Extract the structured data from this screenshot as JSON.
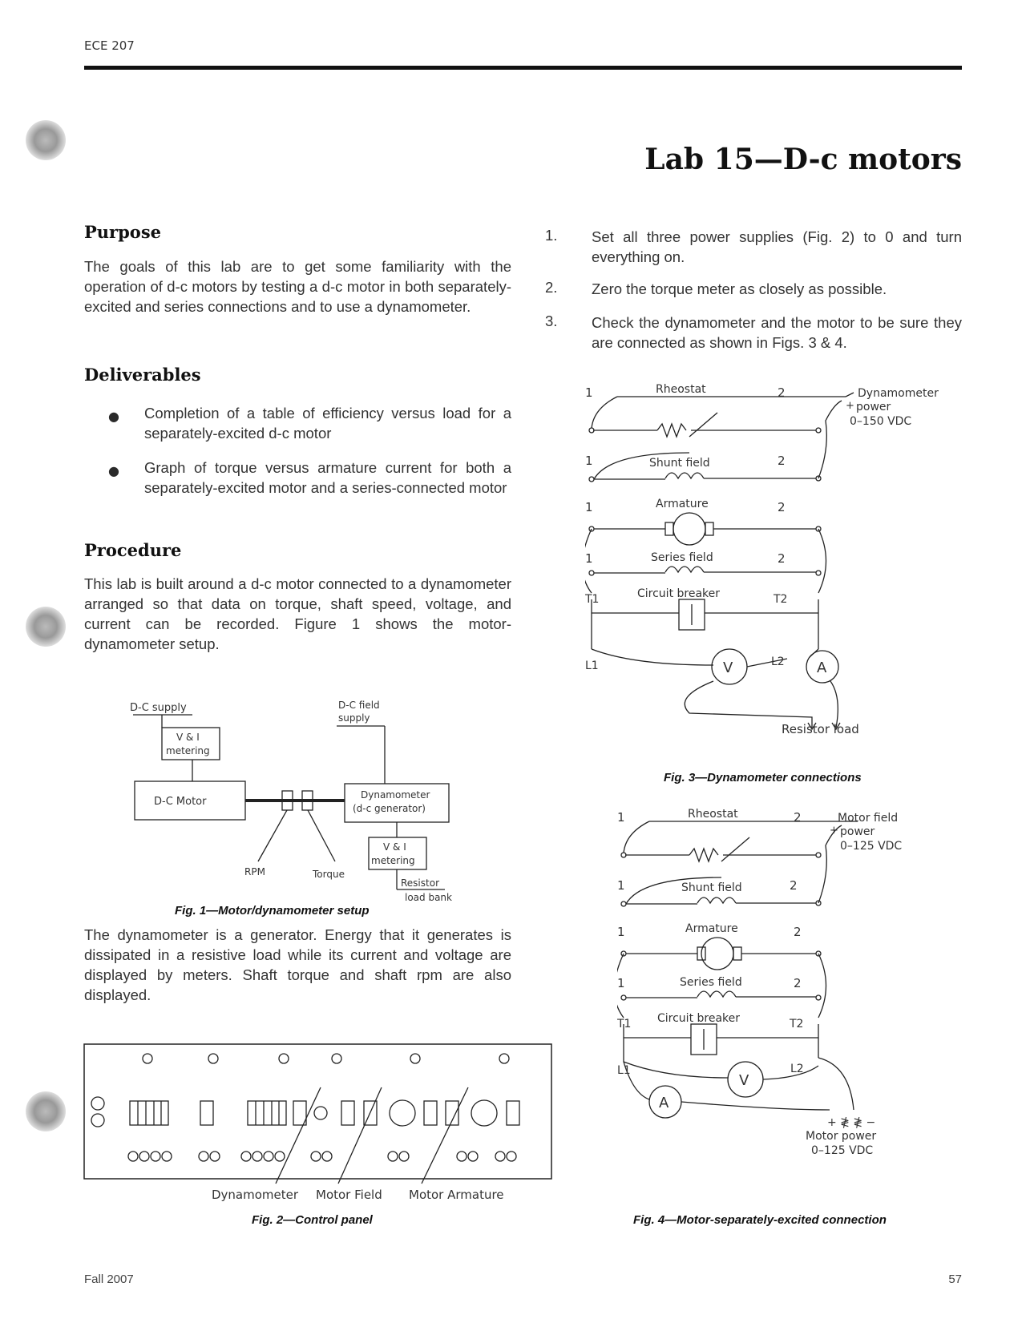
{
  "header": {
    "course": "ECE 207"
  },
  "title": "Lab 15—D-c motors",
  "purpose": {
    "heading": "Purpose",
    "body": "The goals of this lab are to get some familiarity with the operation of d-c motors by testing a d-c motor in both separately-excited and series connections and to use a dynamometer."
  },
  "deliverables": {
    "heading": "Deliverables",
    "items": [
      "Completion of a table of efficiency versus load for a separately-excited d-c motor",
      "Graph of torque versus armature current for both a separately-excited motor and a series-connected motor"
    ]
  },
  "procedure": {
    "heading": "Procedure",
    "intro": "This lab is built around a d-c motor connected to a dynamometer arranged so that data on torque, shaft speed, voltage, and current can be recorded. Figure 1 shows the motor-dynamometer setup.",
    "dyno_text": "The dynamometer is a generator. Energy that it generates is dissipated in a resistive load while its current and voltage are displayed by meters. Shaft torque and shaft rpm are also displayed."
  },
  "steps": [
    {
      "num": "1.",
      "text": "Set all three power supplies (Fig. 2) to 0 and turn everything on."
    },
    {
      "num": "2.",
      "text": "Zero the torque meter as closely as possible."
    },
    {
      "num": "3.",
      "text": "Check the dynamometer and the motor to be sure they are connected as shown in Figs. 3 & 4."
    }
  ],
  "fig1": {
    "caption": "Fig. 1—Motor/dynamometer setup",
    "dc_supply": "D-C supply",
    "vi_metering_1": "V & I",
    "vi_metering_2": "metering",
    "dc_motor": "D-C Motor",
    "field_supply_1": "D-C field",
    "field_supply_2": "supply",
    "dyno_1": "Dynamometer",
    "dyno_2": "(d-c generator)",
    "rpm": "RPM",
    "torque": "Torque",
    "resistor_1": "Resistor",
    "resistor_2": "load bank"
  },
  "fig2": {
    "caption": "Fig. 2—Control panel",
    "labels": [
      "Dynamometer",
      "Motor Field",
      "Motor Armature"
    ]
  },
  "fig3": {
    "caption": "Fig. 3—Dynamometer connections",
    "rheostat": "Rheostat",
    "shunt": "Shunt field",
    "armature": "Armature",
    "series": "Series field",
    "breaker": "Circuit breaker",
    "power_1": "Dynamometer",
    "power_2": "power",
    "power_3": "0–150 VDC",
    "load": "Resistor load",
    "n1": "1",
    "n2": "2",
    "t1": "T1",
    "t2": "T2",
    "l1": "L1",
    "l2": "L2",
    "v": "V",
    "a": "A",
    "plus": "+",
    "minus": "−"
  },
  "fig4": {
    "caption": "Fig. 4—Motor-separately-excited connection",
    "rheostat": "Rheostat",
    "shunt": "Shunt field",
    "armature": "Armature",
    "series": "Series field",
    "breaker": "Circuit breaker",
    "power_1": "Motor field",
    "power_2": "power",
    "power_3": "0–125 VDC",
    "mp_1": "Motor power",
    "mp_2": "0–125 VDC",
    "pm": "+ ≹ ≹ −",
    "n1": "1",
    "n2": "2",
    "t1": "T1",
    "t2": "T2",
    "l1": "L1",
    "l2": "L2",
    "v": "V",
    "a": "A",
    "plus": "+",
    "minus": "−"
  },
  "footer": {
    "term": "Fall 2007",
    "page": "57"
  }
}
